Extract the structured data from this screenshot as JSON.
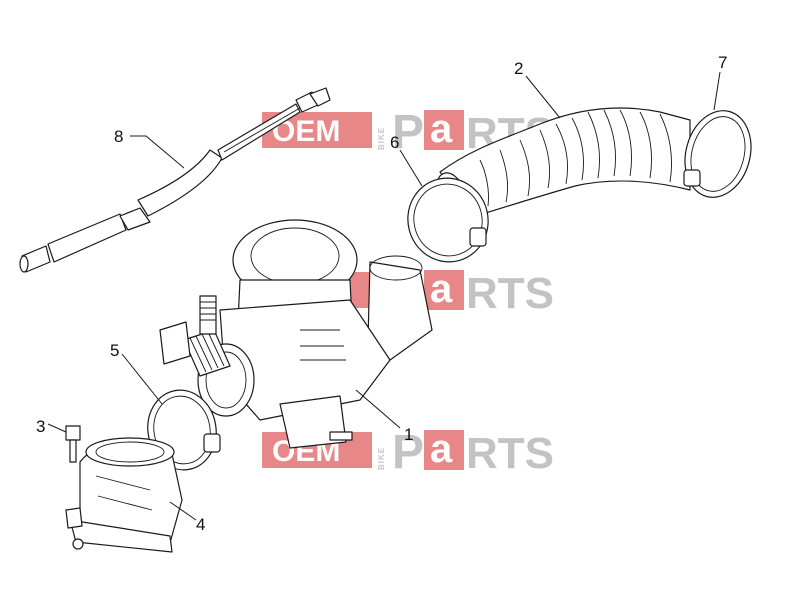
{
  "watermark": {
    "oem": "OEM",
    "bike": "BIKE",
    "p": "P",
    "a": "a",
    "rts": "RTS",
    "color_red": "#e57373",
    "color_gray": "#b9b9b9"
  },
  "callouts": [
    {
      "id": "1",
      "label": "1"
    },
    {
      "id": "2",
      "label": "2"
    },
    {
      "id": "3",
      "label": "3"
    },
    {
      "id": "4",
      "label": "4"
    },
    {
      "id": "5",
      "label": "5"
    },
    {
      "id": "6",
      "label": "6"
    },
    {
      "id": "7",
      "label": "7"
    },
    {
      "id": "8",
      "label": "8"
    }
  ]
}
